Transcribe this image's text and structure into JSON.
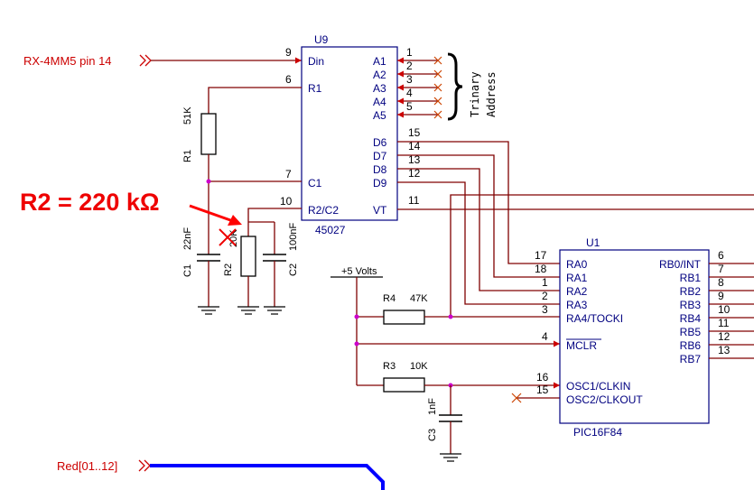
{
  "inputs": {
    "rx_label": "RX-4MM5 pin 14",
    "red_bus_label": "Red[01..12]"
  },
  "u9": {
    "ref": "U9",
    "part": "45027",
    "pins_left": [
      {
        "num": "9",
        "name": "Din"
      },
      {
        "num": "6",
        "name": "R1"
      },
      {
        "num": "7",
        "name": "C1"
      },
      {
        "num": "10",
        "name": "R2/C2"
      }
    ],
    "pins_right": [
      {
        "num": "1",
        "name": "A1"
      },
      {
        "num": "2",
        "name": "A2"
      },
      {
        "num": "3",
        "name": "A3"
      },
      {
        "num": "4",
        "name": "A4"
      },
      {
        "num": "5",
        "name": "A5"
      },
      {
        "num": "15",
        "name": "D6"
      },
      {
        "num": "14",
        "name": "D7"
      },
      {
        "num": "13",
        "name": "D8"
      },
      {
        "num": "12",
        "name": "D9"
      },
      {
        "num": "11",
        "name": "VT"
      }
    ],
    "address_label_1": "Trinary",
    "address_label_2": "Address"
  },
  "u1": {
    "ref": "U1",
    "part": "PIC16F84",
    "pins_left": [
      {
        "num": "17",
        "name": "RA0"
      },
      {
        "num": "18",
        "name": "RA1"
      },
      {
        "num": "1",
        "name": "RA2"
      },
      {
        "num": "2",
        "name": "RA3"
      },
      {
        "num": "3",
        "name": "RA4/TOCKI"
      },
      {
        "num": "4",
        "name": "MCLR"
      },
      {
        "num": "16",
        "name": "OSC1/CLKIN"
      },
      {
        "num": "15",
        "name": "OSC2/CLKOUT"
      }
    ],
    "pins_right": [
      {
        "num": "6",
        "name": "RB0/INT"
      },
      {
        "num": "7",
        "name": "RB1"
      },
      {
        "num": "8",
        "name": "RB2"
      },
      {
        "num": "9",
        "name": "RB3"
      },
      {
        "num": "10",
        "name": "RB4"
      },
      {
        "num": "11",
        "name": "RB5"
      },
      {
        "num": "12",
        "name": "RB6"
      },
      {
        "num": "13",
        "name": "RB7"
      }
    ]
  },
  "components": {
    "r1": {
      "ref": "R1",
      "value": "51K"
    },
    "r2": {
      "ref": "R2",
      "value": "20K"
    },
    "c1": {
      "ref": "C1",
      "value": "22nF"
    },
    "c2": {
      "ref": "C2",
      "value": "100nF"
    },
    "r4": {
      "ref": "R4",
      "value": "47K"
    },
    "r3": {
      "ref": "R3",
      "value": "10K"
    },
    "c3": {
      "ref": "C3",
      "value": "1nF"
    }
  },
  "power": {
    "label": "+5 Volts"
  },
  "annotation": {
    "text": "R2 = 220 kΩ"
  },
  "colors": {
    "wire": "#800000",
    "ic_outline": "#000080",
    "annotation": "#ee0000",
    "arrow": "#ff0000",
    "bus": "#0000ff",
    "no_connect": "#cc4400"
  }
}
